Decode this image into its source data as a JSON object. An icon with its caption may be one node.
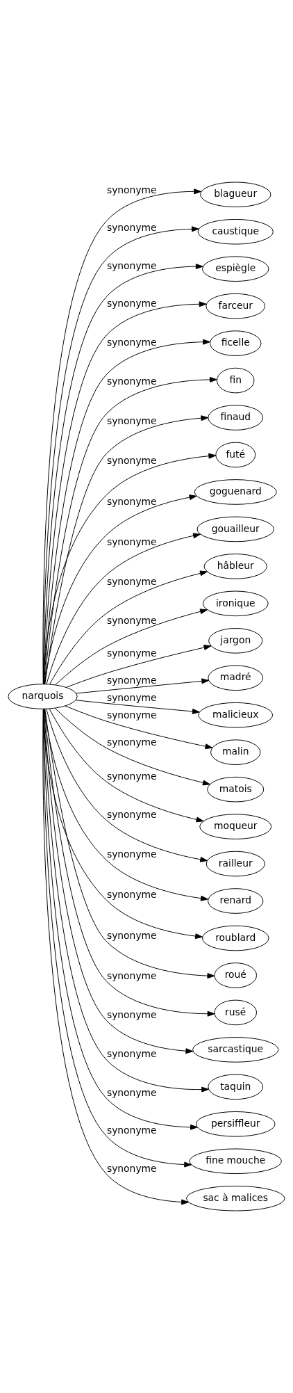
{
  "diagram": {
    "nodes": [
      {
        "text": [
          "narquois"
        ]
      },
      {
        "text": [
          "blagueur"
        ]
      },
      {
        "text": [
          "caustique"
        ]
      },
      {
        "text": [
          "espiègle"
        ]
      },
      {
        "text": [
          "farceur"
        ]
      },
      {
        "text": [
          "ficelle"
        ]
      },
      {
        "text": [
          "fin"
        ]
      },
      {
        "text": [
          "finaud"
        ]
      },
      {
        "text": [
          "futé"
        ]
      },
      {
        "text": [
          "goguenard"
        ]
      },
      {
        "text": [
          "gouailleur"
        ]
      },
      {
        "text": [
          "hâbleur"
        ]
      },
      {
        "text": [
          "ironique"
        ]
      },
      {
        "text": [
          "jargon"
        ]
      },
      {
        "text": [
          "madré"
        ]
      },
      {
        "text": [
          "malicieux"
        ]
      },
      {
        "text": [
          "malin"
        ]
      },
      {
        "text": [
          "matois"
        ]
      },
      {
        "text": [
          "moqueur"
        ]
      },
      {
        "text": [
          "railleur"
        ]
      },
      {
        "text": [
          "renard"
        ]
      },
      {
        "text": [
          "roublard"
        ]
      },
      {
        "text": [
          "roué"
        ]
      },
      {
        "text": [
          "rusé"
        ]
      },
      {
        "text": [
          "sarcastique"
        ]
      },
      {
        "text": [
          "taquin"
        ]
      },
      {
        "text": [
          "persiffleur"
        ]
      },
      {
        "text": [
          "fine mouche"
        ]
      },
      {
        "text": [
          "sac à malices"
        ]
      }
    ],
    "edges": [
      {
        "from": 0,
        "to": 1,
        "arrow": "to",
        "label": "synonyme"
      },
      {
        "from": 0,
        "to": 2,
        "arrow": "to",
        "label": "synonyme"
      },
      {
        "from": 0,
        "to": 3,
        "arrow": "to",
        "label": "synonyme"
      },
      {
        "from": 0,
        "to": 4,
        "arrow": "to",
        "label": "synonyme"
      },
      {
        "from": 0,
        "to": 5,
        "arrow": "to",
        "label": "synonyme"
      },
      {
        "from": 0,
        "to": 6,
        "arrow": "to",
        "label": "synonyme"
      },
      {
        "from": 0,
        "to": 7,
        "arrow": "to",
        "label": "synonyme"
      },
      {
        "from": 0,
        "to": 8,
        "arrow": "to",
        "label": "synonyme"
      },
      {
        "from": 0,
        "to": 9,
        "arrow": "to",
        "label": "synonyme"
      },
      {
        "from": 0,
        "to": 10,
        "arrow": "to",
        "label": "synonyme"
      },
      {
        "from": 0,
        "to": 11,
        "arrow": "to",
        "label": "synonyme"
      },
      {
        "from": 0,
        "to": 12,
        "arrow": "to",
        "label": "synonyme"
      },
      {
        "from": 0,
        "to": 13,
        "arrow": "to",
        "label": "synonyme"
      },
      {
        "from": 0,
        "to": 14,
        "arrow": "to",
        "label": "synonyme"
      },
      {
        "from": 0,
        "to": 15,
        "arrow": "to",
        "label": "synonyme"
      },
      {
        "from": 0,
        "to": 16,
        "arrow": "to",
        "label": "synonyme"
      },
      {
        "from": 0,
        "to": 17,
        "arrow": "to",
        "label": "synonyme"
      },
      {
        "from": 0,
        "to": 18,
        "arrow": "to",
        "label": "synonyme"
      },
      {
        "from": 0,
        "to": 19,
        "arrow": "to",
        "label": "synonyme"
      },
      {
        "from": 0,
        "to": 20,
        "arrow": "to",
        "label": "synonyme"
      },
      {
        "from": 0,
        "to": 21,
        "arrow": "to",
        "label": "synonyme"
      },
      {
        "from": 0,
        "to": 22,
        "arrow": "to",
        "label": "synonyme"
      },
      {
        "from": 0,
        "to": 23,
        "arrow": "to",
        "label": "synonyme"
      },
      {
        "from": 0,
        "to": 24,
        "arrow": "to",
        "label": "synonyme"
      },
      {
        "from": 0,
        "to": 25,
        "arrow": "to",
        "label": "synonyme"
      },
      {
        "from": 0,
        "to": 26,
        "arrow": "to",
        "label": "synonyme"
      },
      {
        "from": 0,
        "to": 27,
        "arrow": "to",
        "label": "synonyme"
      },
      {
        "from": 0,
        "to": 28,
        "arrow": "to",
        "label": "synonyme"
      }
    ]
  }
}
